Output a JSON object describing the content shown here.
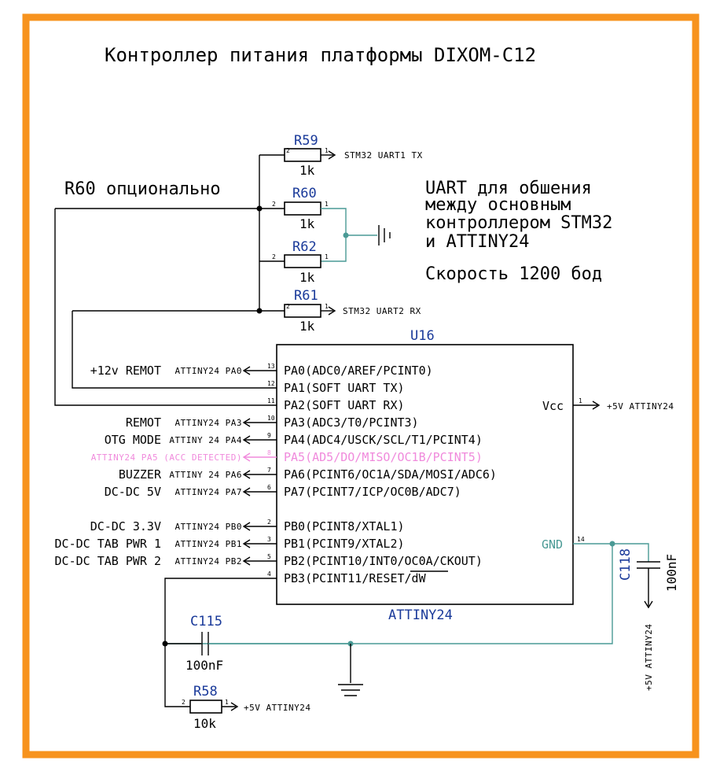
{
  "title": "Контроллер питания платформы DIXOM-C12",
  "colors": {
    "frame": "#f7931e",
    "wire": "#000000",
    "ref": "#1a3a9a",
    "highlight": "#f08adc",
    "ground_wire": "#4a9a95"
  },
  "notes": {
    "r60": "R60 опционально",
    "uart_line1": "UART для обшения",
    "uart_line2": "между основным",
    "uart_line3": "контроллером STM32",
    "uart_line4": "и ATTINY24",
    "speed": "Скорость 1200 бод"
  },
  "chip": {
    "ref": "U16",
    "name": "ATTINY24",
    "pins": [
      {
        "num": "13",
        "name": "PA0(ADC0/AREF/PCINT0)",
        "net": "ATTINY24 PA0",
        "signal": "+12v REMOT"
      },
      {
        "num": "12",
        "name": "PA1(SOFT UART TX)"
      },
      {
        "num": "11",
        "name": "PA2(SOFT UART RX)"
      },
      {
        "num": "10",
        "name": "PA3(ADC3/T0/PCINT3)",
        "net": "ATTINY24 PA3",
        "signal": "REMOT"
      },
      {
        "num": "9",
        "name": "PA4(ADC4/USCK/SCL/T1/PCINT4)",
        "net": "ATTINY 24 PA4",
        "signal": "OTG MODE"
      },
      {
        "num": "8",
        "name": "PA5(AD5/DO/MISO/OC1B/PCINT5)",
        "net": "ATTINY24 PA5 (ACC DETECTED)",
        "signal": ""
      },
      {
        "num": "7",
        "name": "PA6(PCINT6/OC1A/SDA/MOSI/ADC6)",
        "net": "ATTINY 24 PA6",
        "signal": "BUZZER"
      },
      {
        "num": "6",
        "name": "PA7(PCINT7/ICP/OC0B/ADC7)",
        "net": "ATTINY24 PA7",
        "signal": "DC-DC 5V"
      },
      {
        "num": "2",
        "name": "PB0(PCINT8/XTAL1)",
        "net": "ATTINY24 PB0",
        "signal": "DC-DC 3.3V"
      },
      {
        "num": "3",
        "name": "PB1(PCINT9/XTAL2)",
        "net": "ATTINY24 PB1",
        "signal": "DC-DC TAB PWR 1"
      },
      {
        "num": "5",
        "name": "PB2(PCINT10/INT0/OC0A/CKOUT)",
        "net": "ATTINY24 PB2",
        "signal": "DC-DC TAB PWR 2"
      },
      {
        "num": "4",
        "name": "PB3(PCINT11/RESET/dW"
      }
    ],
    "vcc": {
      "num": "1",
      "name": "Vcc",
      "net": "+5V ATTINY24"
    },
    "gnd": {
      "num": "14",
      "name": "GND"
    }
  },
  "resistors": {
    "r59": {
      "ref": "R59",
      "value": "1k",
      "pin_left": "2",
      "pin_right": "1",
      "net": "STM32 UART1 TX"
    },
    "r60": {
      "ref": "R60",
      "value": "1k",
      "pin_left": "2",
      "pin_right": "1"
    },
    "r62": {
      "ref": "R62",
      "value": "1k",
      "pin_left": "2",
      "pin_right": "1"
    },
    "r61": {
      "ref": "R61",
      "value": "1k",
      "pin_left": "2",
      "pin_right": "1",
      "net": "STM32 UART2 RX"
    },
    "r58": {
      "ref": "R58",
      "value": "10k",
      "pin_left": "2",
      "pin_right": "1",
      "net": "+5V ATTINY24"
    }
  },
  "capacitors": {
    "c115": {
      "ref": "C115",
      "value": "100nF"
    },
    "c118": {
      "ref": "C118",
      "value": "100nF",
      "net": "+5V ATTINY24"
    }
  }
}
